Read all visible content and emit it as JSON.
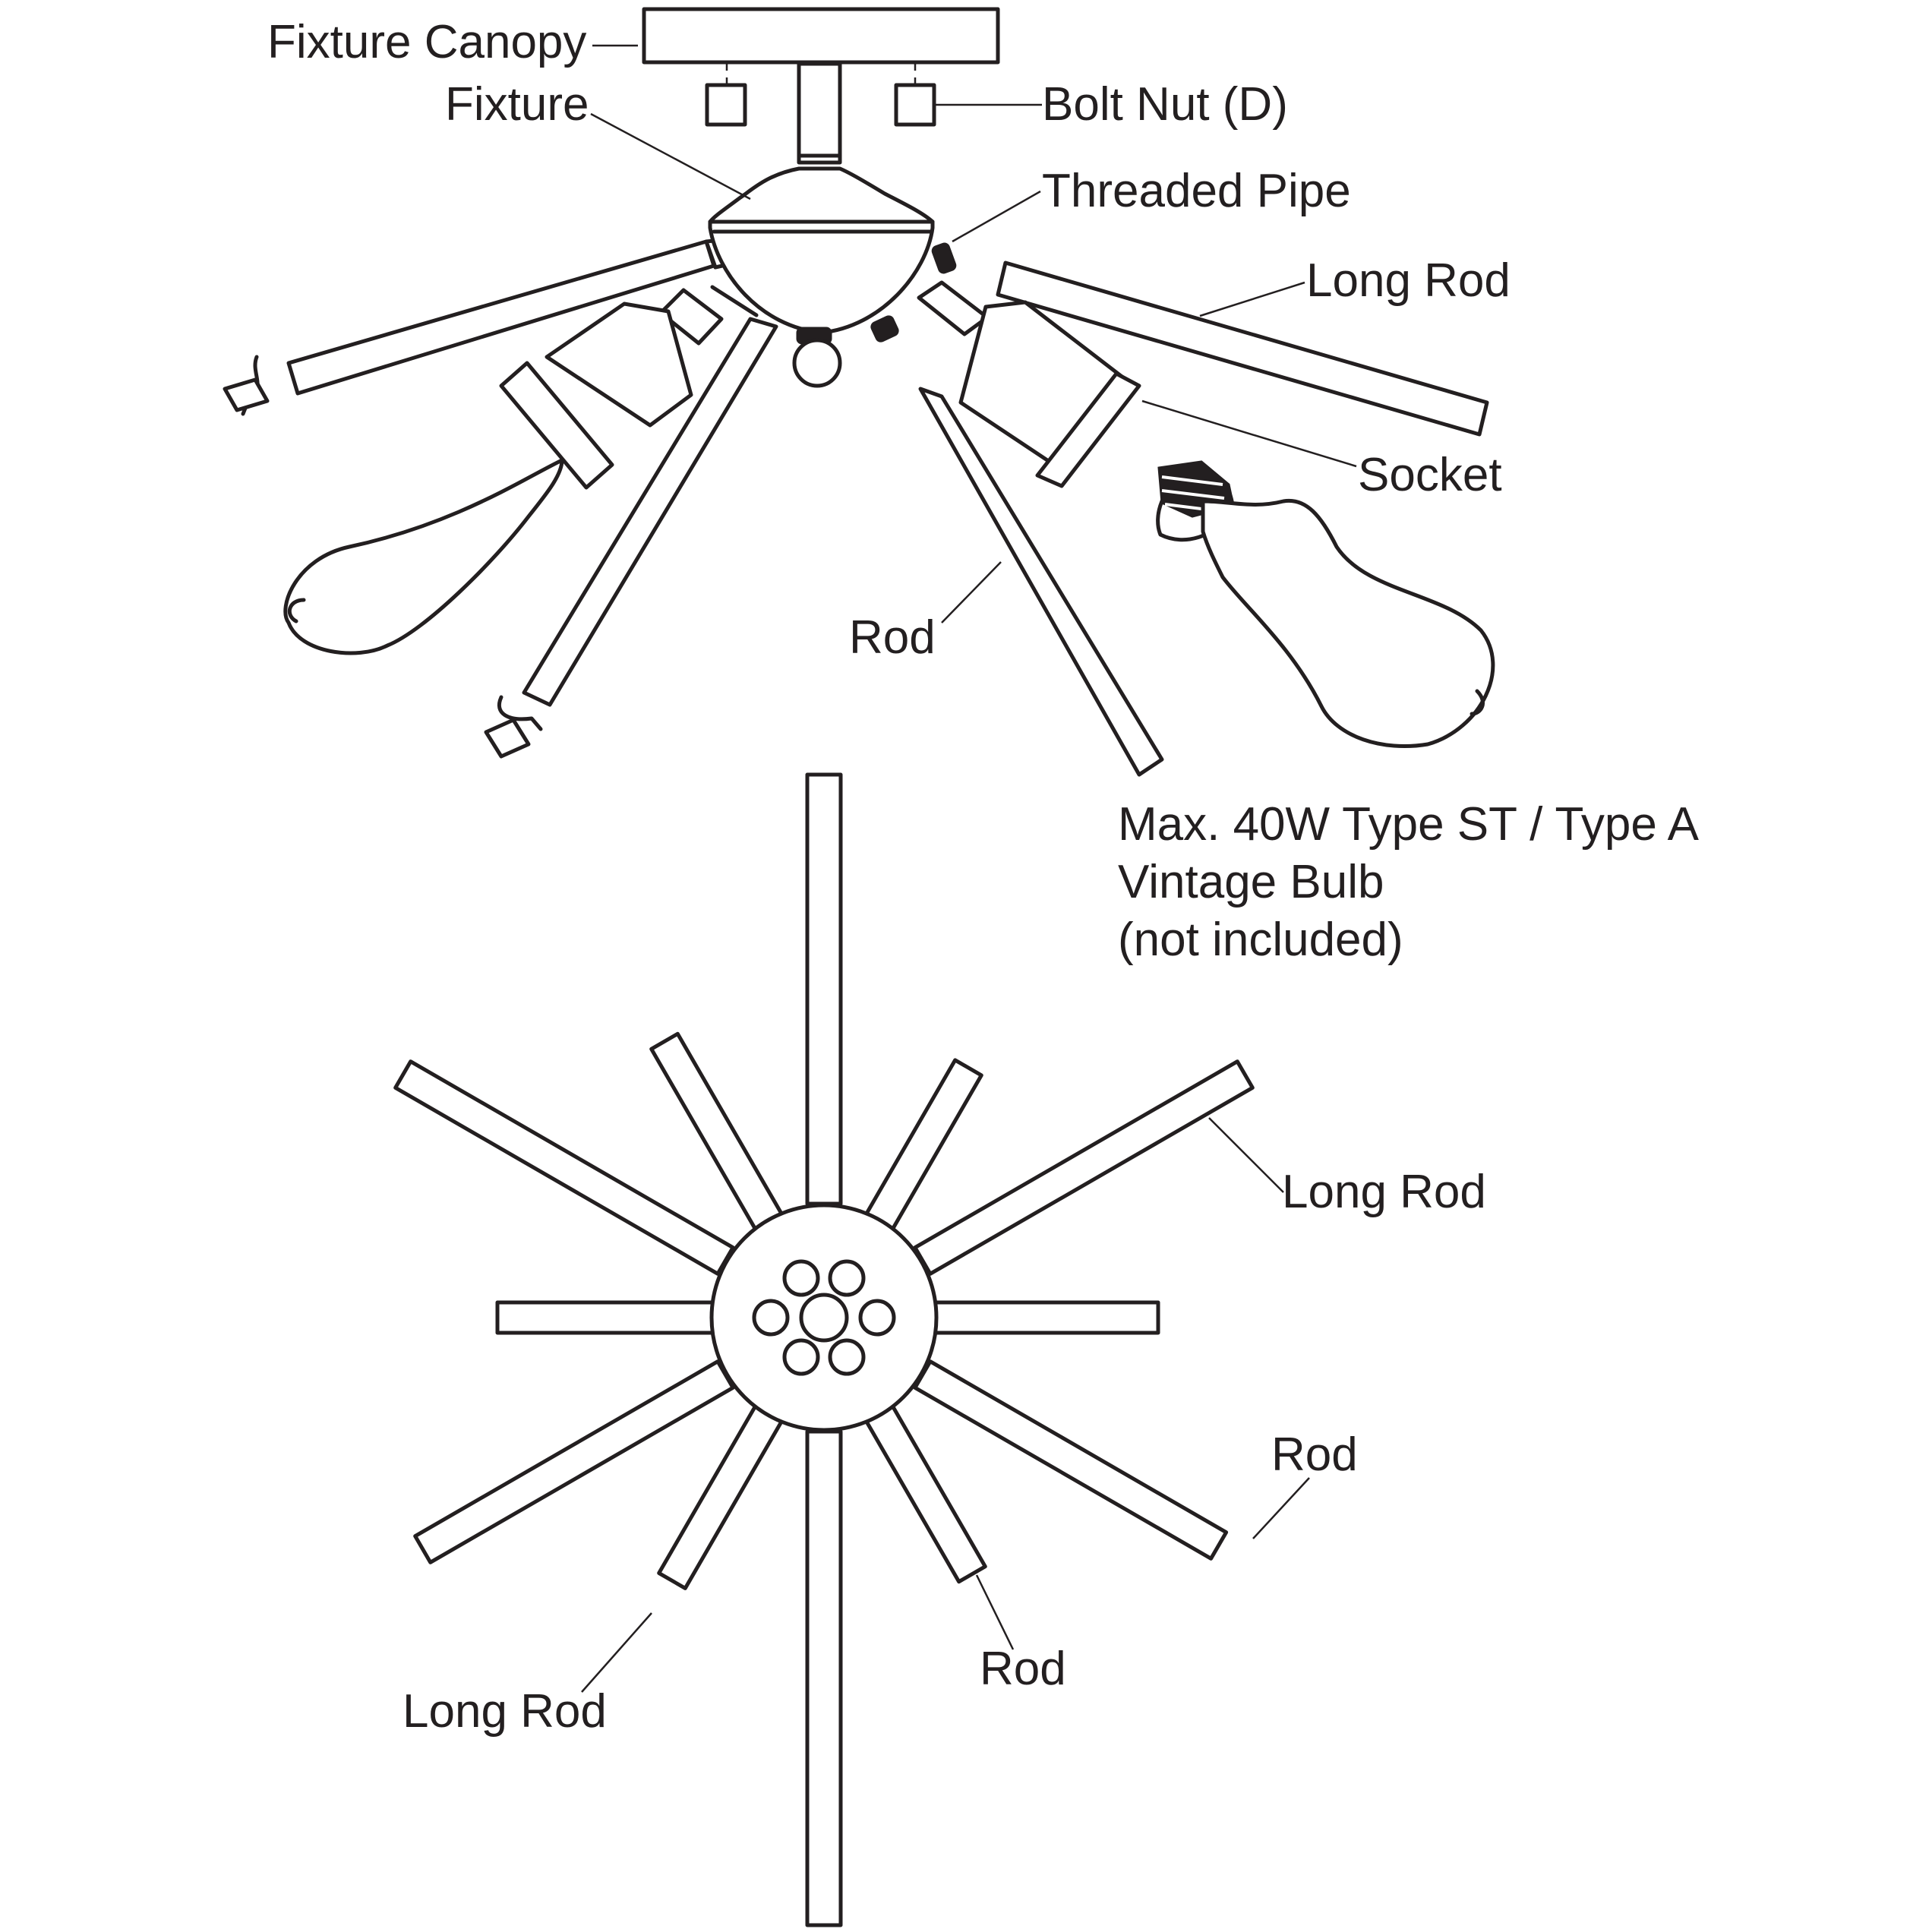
{
  "labels": {
    "fixture_canopy": "Fixture Canopy",
    "fixture": "Fixture",
    "bolt_nut": "Bolt Nut (D)",
    "threaded_pipe": "Threaded Pipe",
    "long_rod_top": "Long Rod",
    "socket": "Socket",
    "rod_top": "Rod",
    "bulb_line1": "Max. 40W Type ST / Type A",
    "bulb_line2": "Vintage Bulb",
    "bulb_line3": "(not included)",
    "long_rod_right": "Long Rod",
    "rod_right": "Rod",
    "rod_bottom": "Rod",
    "long_rod_left": "Long Rod"
  }
}
